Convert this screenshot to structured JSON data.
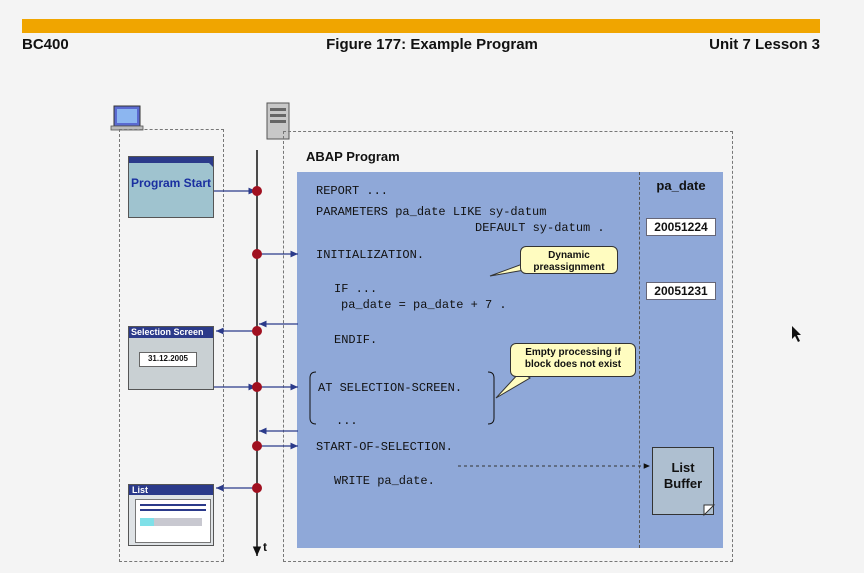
{
  "header": {
    "left": "BC400",
    "center": "Figure 177: Example Program",
    "right": "Unit 7 Lesson 3"
  },
  "diagram": {
    "abap_title": "ABAP Program",
    "variable_title": "pa_date",
    "values": [
      "20051224",
      "20051231"
    ],
    "code": {
      "report": "REPORT ...",
      "parameters": "PARAMETERS pa_date LIKE sy-datum",
      "default": "DEFAULT sy-datum .",
      "initialization": "INITIALIZATION.",
      "if": "IF ...",
      "assign": "pa_date = pa_date + 7 .",
      "endif": "ENDIF.",
      "at_selection": "AT SELECTION-SCREEN.",
      "ellipsis": "...",
      "start": "START-OF-SELECTION.",
      "write": "WRITE pa_date."
    },
    "callouts": {
      "dynamic": "Dynamic preassignment",
      "empty": "Empty processing if block does not exist"
    },
    "client": {
      "program_start": "Program Start",
      "selection_screen": "Selection Screen",
      "selection_date": "31.12.2005",
      "list": "List"
    },
    "list_buffer": "List Buffer",
    "time_axis": "t"
  },
  "colors": {
    "accent_bar": "#f0a500",
    "program_area": "#8fa8d8",
    "event_dot": "#a01020",
    "arrow": "#2b3a8a"
  }
}
